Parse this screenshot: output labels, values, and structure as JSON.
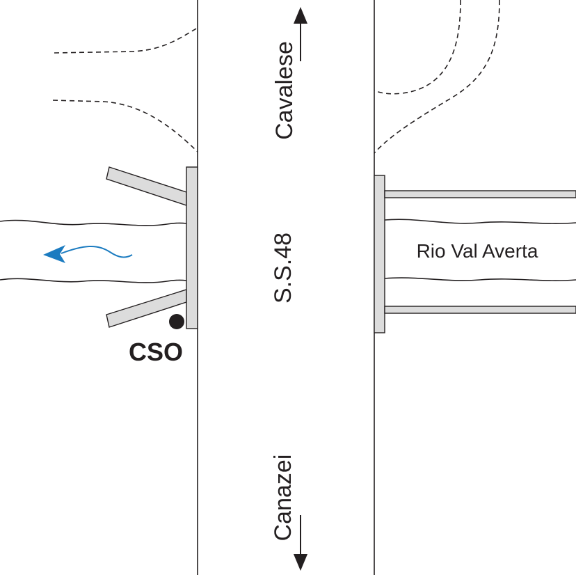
{
  "labels": {
    "cavalese": "Cavalese",
    "road": "S.S.48",
    "canazei": "Canazei",
    "river": "Rio Val Averta",
    "cso": "CSO"
  },
  "colors": {
    "line": "#231f20",
    "structure_fill": "#dcdcdc",
    "flow_arrow": "#1b7bc0"
  },
  "icons": {
    "flow": "flow-direction-arrow-icon",
    "north": "arrow-up-icon",
    "south": "arrow-down-icon",
    "cso": "cso-point-icon"
  }
}
